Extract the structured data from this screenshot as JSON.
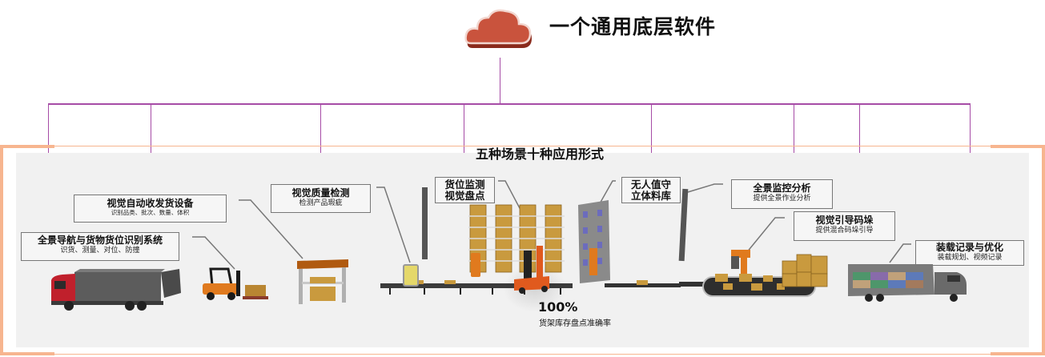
{
  "header": {
    "title": "一个通用底层软件",
    "icon": "cloud-icon",
    "colors": {
      "cloud": "#c9533d",
      "connector": "#a64ca6",
      "frame": "#f7b58f",
      "panel": "#f1f1f1"
    }
  },
  "section": {
    "title": "五种场景十种应用形式"
  },
  "callouts": [
    {
      "id": "panorama-nav",
      "title": "全景导航与货物货位识别系统",
      "subtitle": "识货、测量、对位、防撞"
    },
    {
      "id": "auto-shipping",
      "title": "视觉自动收发货设备",
      "subtitle": "识别品类、批次、数量、体积"
    },
    {
      "id": "quality-inspection",
      "title": "视觉质量检测",
      "subtitle": "检测产品瑕疵"
    },
    {
      "id": "slot-monitoring",
      "title": "货位监测",
      "subtitle": "视觉盘点"
    },
    {
      "id": "unmanned-warehouse",
      "title": "无人值守",
      "subtitle": "立体料库"
    },
    {
      "id": "panorama-monitoring",
      "title": "全景监控分析",
      "subtitle": "提供全景作业分析"
    },
    {
      "id": "visual-palletizing",
      "title": "视觉引导码垛",
      "subtitle": "提供混合码垛引导"
    },
    {
      "id": "loading-optimization",
      "title": "装载记录与优化",
      "subtitle": "装载规划、视频记录"
    }
  ],
  "stat": {
    "value": "100%",
    "label": "货架库存盘点准确率"
  },
  "illustrations": [
    "truck-open-icon",
    "forklift-icon",
    "inspection-station-icon",
    "scanner-pole-icon",
    "conveyor-icon",
    "storage-racks-icon",
    "agv-forklift-icon",
    "automated-storage-icon",
    "camera-pole-icon",
    "robot-arm-icon",
    "carousel-conveyor-icon",
    "pallet-boxes-icon",
    "loaded-truck-icon"
  ]
}
